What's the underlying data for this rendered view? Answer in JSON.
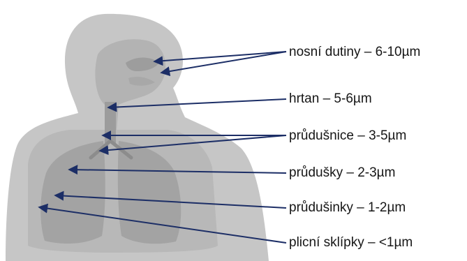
{
  "labels": [
    "nosní dutiny – 6-10µm",
    "hrtan – 5-6µm",
    "průdušnice – 3-5µm",
    "průdušky – 2-3µm",
    "průdušinky – 1-2µm",
    "plicní sklípky – <1µm"
  ],
  "colors": {
    "body_silhouette": "#c6c6c6",
    "airway_region": "#b3b3b3",
    "lungs": "#a3a3a3",
    "arrow": "#1c2e66",
    "text": "#161616"
  }
}
